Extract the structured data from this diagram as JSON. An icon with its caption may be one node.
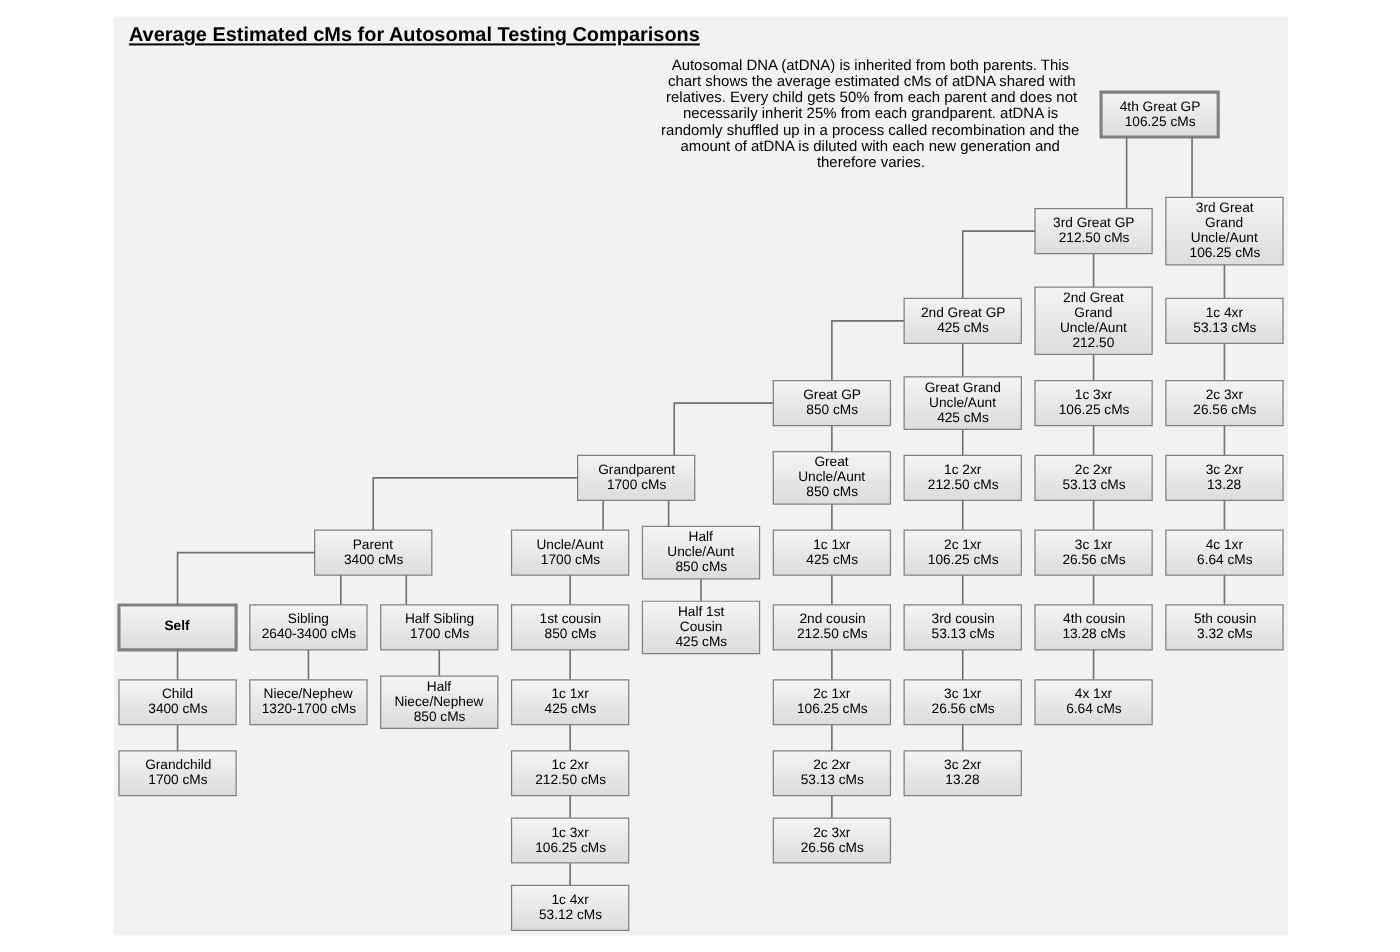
{
  "diagram": {
    "title": "Average Estimated cMs for Autosomal Testing Comparisons",
    "nodes": [
      {
        "text": [
          "4th Great GP",
          "106.25 cMs"
        ]
      },
      {
        "text": [
          "3rd Great GP",
          "212.50 cMs"
        ]
      },
      {
        "text": [
          "3rd Great Grand Uncle/Aunt",
          "106.25 cMs"
        ]
      },
      {
        "text": [
          "2nd Great GP",
          "425 cMs"
        ]
      },
      {
        "text": [
          "2nd Great Grand Uncle/Aunt",
          "212.50"
        ]
      },
      {
        "text": [
          "1c 4xr",
          "53.13 cMs"
        ]
      },
      {
        "text": [
          "Great GP",
          "850 cMs"
        ]
      },
      {
        "text": [
          "Great Grand Uncle/Aunt",
          "425 cMs"
        ]
      },
      {
        "text": [
          "1c 3xr",
          "106.25 cMs"
        ]
      },
      {
        "text": [
          "2c 3xr",
          "26.56 cMs"
        ]
      },
      {
        "text": [
          "Grandparent",
          "1700 cMs"
        ]
      },
      {
        "text": [
          "Great Uncle/Aunt",
          "850 cMs"
        ]
      },
      {
        "text": [
          "1c 2xr",
          "212.50 cMs"
        ]
      },
      {
        "text": [
          "2c 2xr",
          "53.13 cMs"
        ]
      },
      {
        "text": [
          "3c 2xr",
          "13.28"
        ]
      },
      {
        "text": [
          "Parent",
          "3400 cMs"
        ]
      },
      {
        "text": [
          "Uncle/Aunt",
          "1700 cMs"
        ]
      },
      {
        "text": [
          "Half Uncle/Aunt",
          "850 cMs"
        ]
      },
      {
        "text": [
          "1c 1xr",
          "425 cMs"
        ]
      },
      {
        "text": [
          "2c 1xr",
          "106.25 cMs"
        ]
      },
      {
        "text": [
          "3c 1xr",
          "26.56 cMs"
        ]
      },
      {
        "text": [
          "4c 1xr",
          "6.64 cMs"
        ]
      },
      {
        "text": [
          "Self"
        ]
      },
      {
        "text": [
          "Sibling",
          "2640-3400 cMs"
        ]
      },
      {
        "text": [
          "Half Sibling",
          "1700 cMs"
        ]
      },
      {
        "text": [
          "1st cousin",
          "850 cMs"
        ]
      },
      {
        "text": [
          "Half 1st Cousin",
          "425 cMs"
        ]
      },
      {
        "text": [
          "2nd cousin",
          "212.50 cMs"
        ]
      },
      {
        "text": [
          "3rd cousin",
          "53.13 cMs"
        ]
      },
      {
        "text": [
          "4th cousin",
          "13.28 cMs"
        ]
      },
      {
        "text": [
          "5th cousin",
          "3.32 cMs"
        ]
      },
      {
        "text": [
          "Child",
          "3400 cMs"
        ]
      },
      {
        "text": [
          "Niece/Nephew",
          "1320-1700 cMs"
        ]
      },
      {
        "text": [
          "Half Niece/Nephew",
          "850 cMs"
        ]
      },
      {
        "text": [
          "1c 1xr",
          "425 cMs"
        ]
      },
      {
        "text": [
          "2c 1xr",
          "106.25 cMs"
        ]
      },
      {
        "text": [
          "3c 1xr",
          "26.56 cMs"
        ]
      },
      {
        "text": [
          "4x 1xr",
          "6.64 cMs"
        ]
      },
      {
        "text": [
          "Grandchild",
          "1700 cMs"
        ]
      },
      {
        "text": [
          "1c 2xr",
          "212.50 cMs"
        ]
      },
      {
        "text": [
          "2c 2xr",
          "53.13 cMs"
        ]
      },
      {
        "text": [
          "3c 2xr",
          "13.28"
        ]
      },
      {
        "text": [
          "1c 3xr",
          "106.25 cMs"
        ]
      },
      {
        "text": [
          "2c 3xr",
          "26.56 cMs"
        ]
      },
      {
        "text": [
          "1c 4xr",
          "53.12 cMs"
        ]
      }
    ],
    "edges": [
      {
        "from": 0,
        "to": 1,
        "arrow": "none"
      },
      {
        "from": 0,
        "to": 2,
        "arrow": "none"
      },
      {
        "from": 1,
        "to": 3,
        "arrow": "none"
      },
      {
        "from": 1,
        "to": 4,
        "arrow": "none"
      },
      {
        "from": 3,
        "to": 6,
        "arrow": "none"
      },
      {
        "from": 3,
        "to": 7,
        "arrow": "none"
      },
      {
        "from": 6,
        "to": 10,
        "arrow": "none"
      },
      {
        "from": 6,
        "to": 11,
        "arrow": "none"
      },
      {
        "from": 10,
        "to": 15,
        "arrow": "none"
      },
      {
        "from": 10,
        "to": 16,
        "arrow": "none"
      },
      {
        "from": 10,
        "to": 17,
        "arrow": "none"
      },
      {
        "from": 15,
        "to": 22,
        "arrow": "none"
      },
      {
        "from": 15,
        "to": 23,
        "arrow": "none"
      },
      {
        "from": 15,
        "to": 24,
        "arrow": "none"
      },
      {
        "from": 22,
        "to": 31,
        "arrow": "none"
      },
      {
        "from": 31,
        "to": 38,
        "arrow": "none"
      },
      {
        "from": 23,
        "to": 32,
        "arrow": "none"
      },
      {
        "from": 24,
        "to": 33,
        "arrow": "none"
      },
      {
        "from": 16,
        "to": 25,
        "arrow": "none"
      },
      {
        "from": 25,
        "to": 34,
        "arrow": "none"
      },
      {
        "from": 34,
        "to": 39,
        "arrow": "none"
      },
      {
        "from": 39,
        "to": 42,
        "arrow": "none"
      },
      {
        "from": 42,
        "to": 44,
        "arrow": "none"
      },
      {
        "from": 17,
        "to": 26,
        "arrow": "none"
      },
      {
        "from": 11,
        "to": 18,
        "arrow": "none"
      },
      {
        "from": 18,
        "to": 27,
        "arrow": "none"
      },
      {
        "from": 27,
        "to": 35,
        "arrow": "none"
      },
      {
        "from": 35,
        "to": 40,
        "arrow": "none"
      },
      {
        "from": 40,
        "to": 43,
        "arrow": "none"
      },
      {
        "from": 7,
        "to": 12,
        "arrow": "none"
      },
      {
        "from": 12,
        "to": 19,
        "arrow": "none"
      },
      {
        "from": 19,
        "to": 28,
        "arrow": "none"
      },
      {
        "from": 28,
        "to": 36,
        "arrow": "none"
      },
      {
        "from": 36,
        "to": 41,
        "arrow": "none"
      },
      {
        "from": 4,
        "to": 8,
        "arrow": "none"
      },
      {
        "from": 8,
        "to": 13,
        "arrow": "none"
      },
      {
        "from": 13,
        "to": 20,
        "arrow": "none"
      },
      {
        "from": 20,
        "to": 29,
        "arrow": "none"
      },
      {
        "from": 29,
        "to": 37,
        "arrow": "none"
      },
      {
        "from": 2,
        "to": 5,
        "arrow": "none"
      },
      {
        "from": 5,
        "to": 9,
        "arrow": "none"
      },
      {
        "from": 9,
        "to": 14,
        "arrow": "none"
      },
      {
        "from": 14,
        "to": 21,
        "arrow": "none"
      },
      {
        "from": 21,
        "to": 30,
        "arrow": "none"
      }
    ],
    "labels": [
      "Autosomal DNA (atDNA) is inherited from both parents. This chart shows the average estimated cMs of atDNA shared with relatives. Every child gets 50% from each parent and does not necessarily inherit 25% from each grandparent. atDNA is randomly shuffled up in a process called recombination and the amount of atDNA is diluted with each new generation and therefore varies."
    ]
  }
}
